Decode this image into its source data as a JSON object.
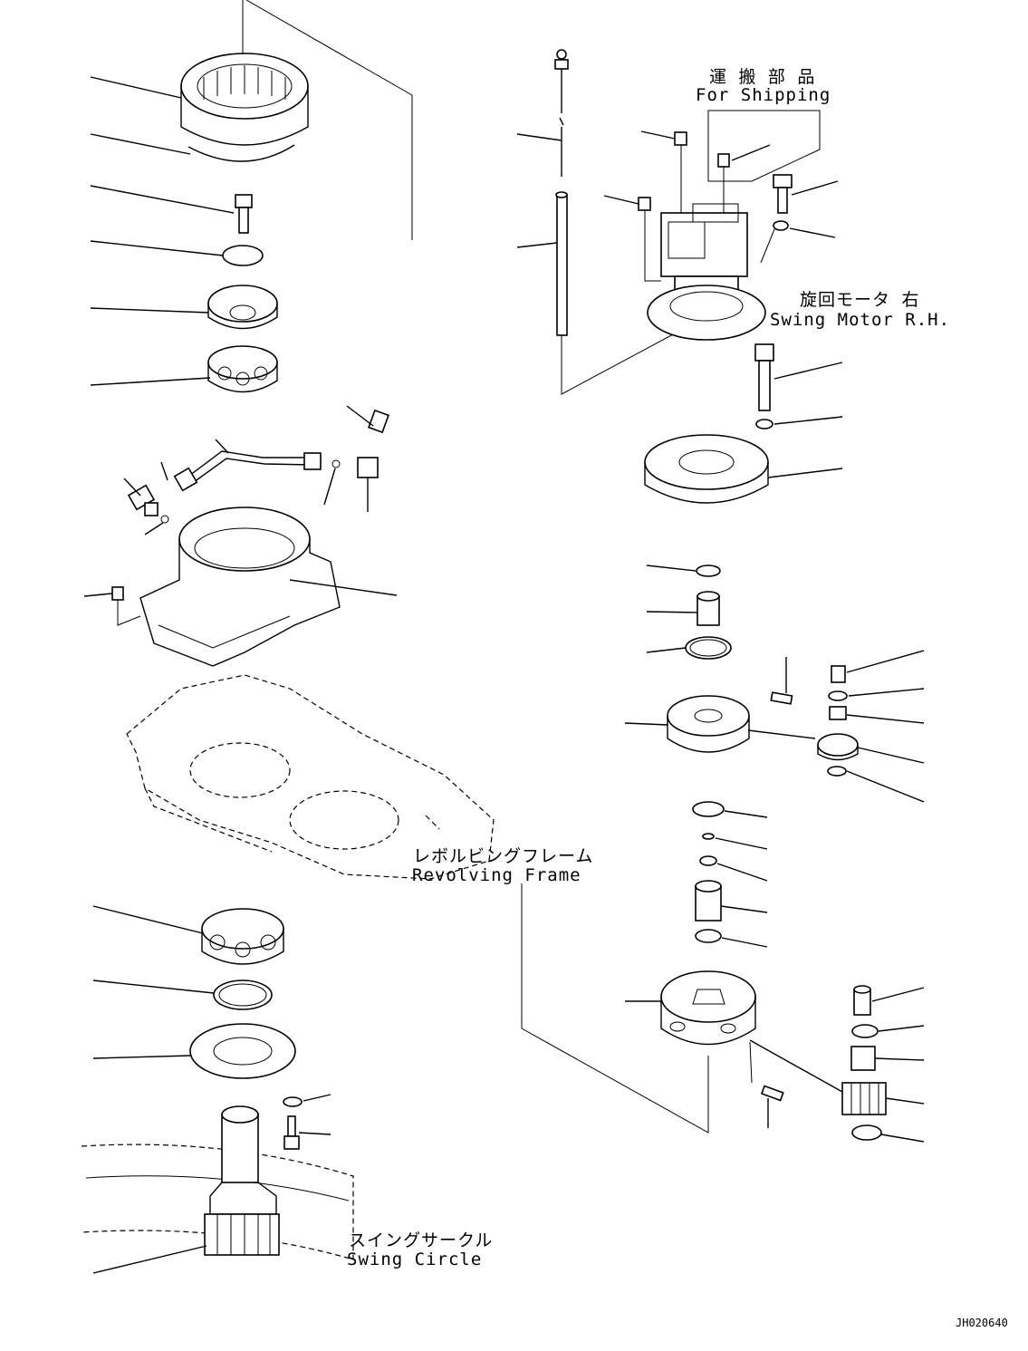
{
  "labels": {
    "shipping_jp": "運 搬 部 品",
    "shipping_en": "For Shipping",
    "motor_jp": "旋回モータ 右",
    "motor_en": "Swing Motor R.H.",
    "frame_jp": "レボルビングフレーム",
    "frame_en": "Revolving Frame",
    "circle_jp": "スイングサークル",
    "circle_en": "Swing Circle",
    "drawing_no": "JH020640"
  }
}
